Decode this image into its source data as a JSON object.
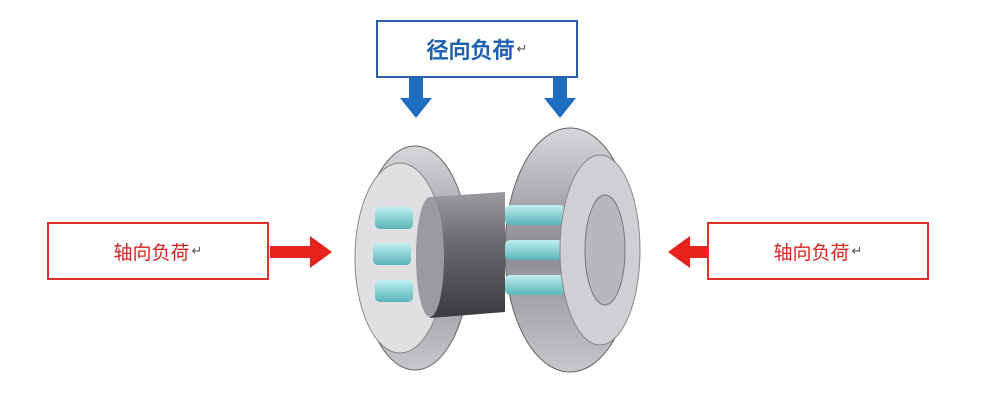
{
  "radial_load": {
    "label": "径向负荷",
    "mark": "↵",
    "color": "#1c5fae"
  },
  "axial_load_left": {
    "label": "轴向负荷",
    "mark": "↵",
    "color": "#e0302c"
  },
  "axial_load_right": {
    "label": "轴向负荷",
    "mark": "↵",
    "color": "#e0302c"
  }
}
